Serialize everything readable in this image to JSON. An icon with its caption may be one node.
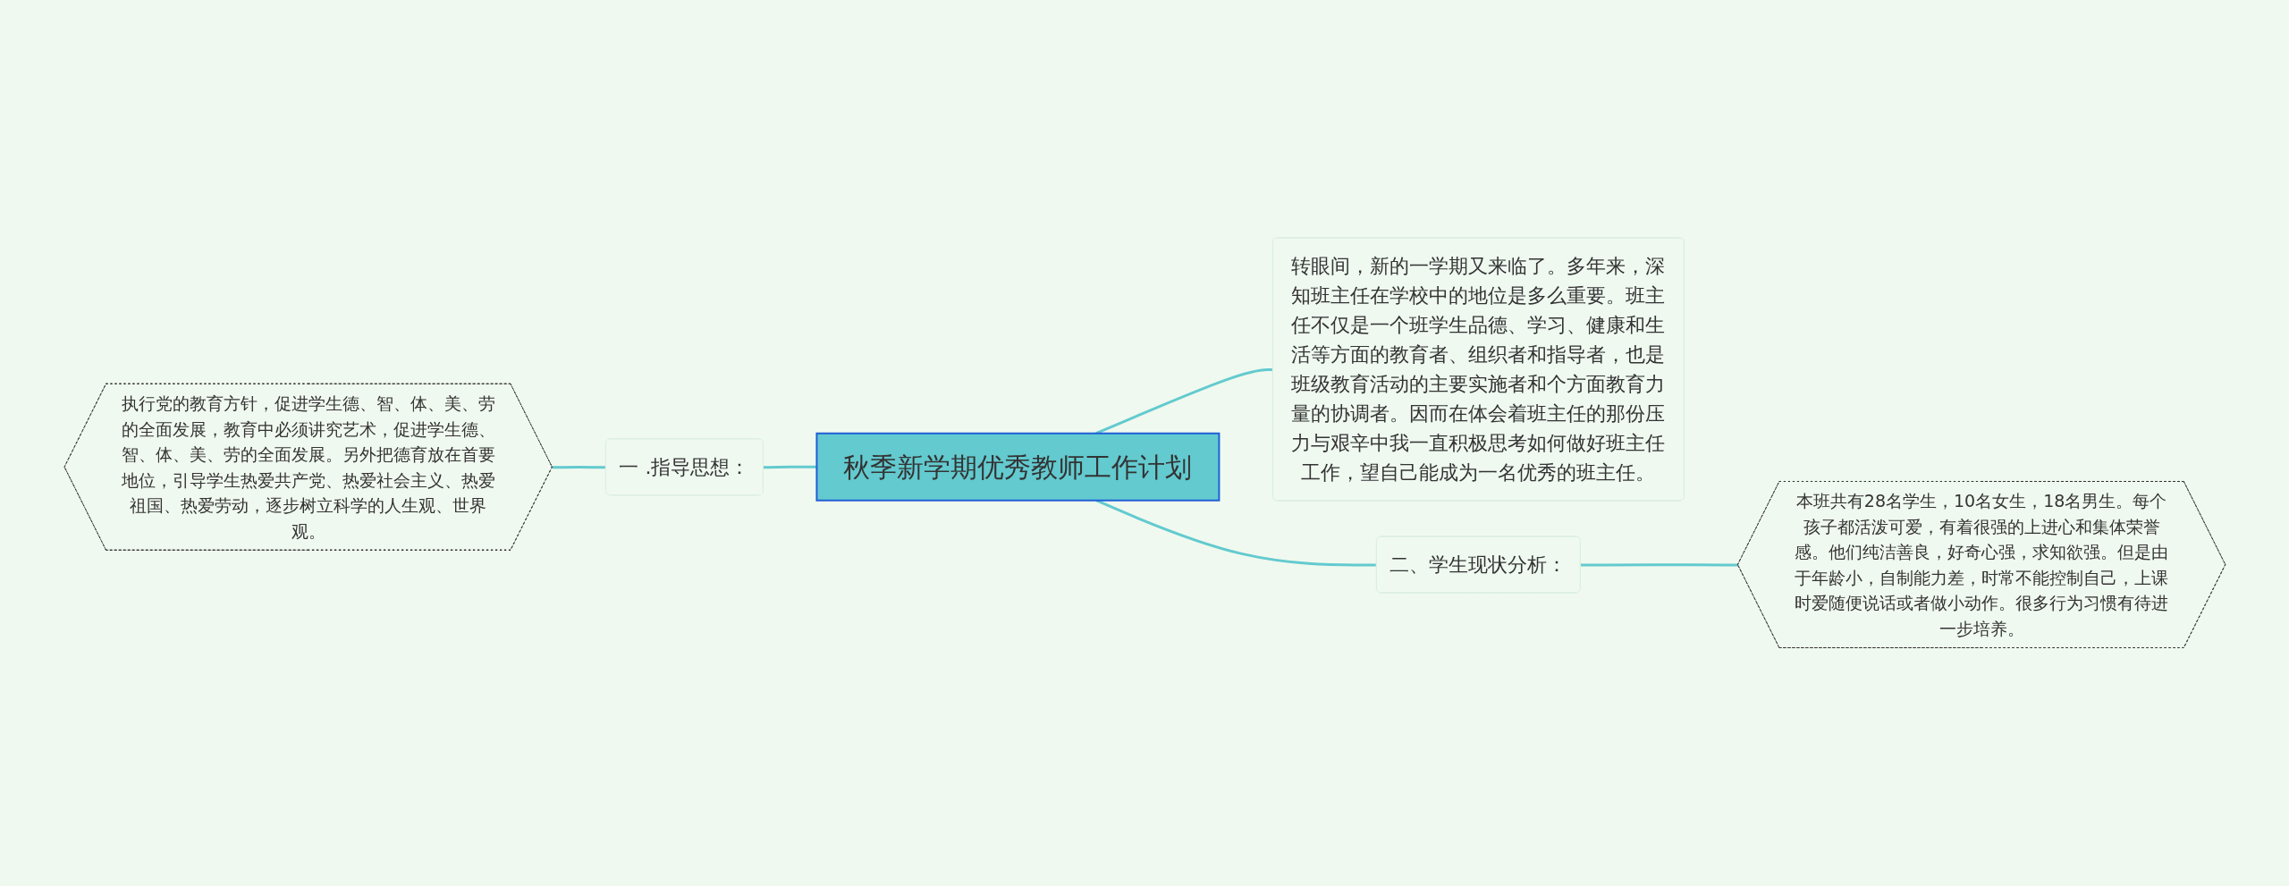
{
  "diagram": {
    "nodes": [
      {
        "text": [
          "秋季新学期优秀教师工作计划"
        ]
      },
      {
        "text": [
          "一 .指导思想："
        ]
      },
      {
        "text": [
          "执行党的教育方针，促进学生德、智、体、美、劳的全面发展，教育中必须讲究艺术，促进学生德、智、体、美、劳的全面发展。另外把德育放在首要地位，引导学生热爱共产党、热爱社会主义、热爱祖国、热爱劳动，逐步树立科学的人生观、世界观。"
        ]
      },
      {
        "text": [
          "转眼间，新的一学期又来临了。多年来，深知班主任在学校中的地位是多么重要。班主任不仅是一个班学生品德、学习、健康和生活等方面的教育者、组织者和指导者，也是班级教育活动的主要实施者和个方面教育力量的协调者。因而在体会着班主任的那份压力与艰辛中我一直积极思考如何做好班主任工作，望自己能成为一名优秀的班主任。"
        ]
      },
      {
        "text": [
          "二、学生现状分析："
        ]
      },
      {
        "text": [
          "本班共有28名学生，10名女生，18名男生。每个孩子都活泼可爱，有着很强的上进心和集体荣誉感。他们纯洁善良，好奇心强，求知欲强。但是由于年龄小，自制能力差，时常不能控制自己，上课时爱随便说话或者做小动作。很多行为习惯有待进一步培养。"
        ]
      }
    ],
    "edges": [
      {
        "from": 1,
        "to": 0,
        "arrow": "none",
        "color": "#63cacf"
      },
      {
        "from": 2,
        "to": 1,
        "arrow": "none",
        "color": "#63cacf"
      },
      {
        "from": 0,
        "to": 3,
        "arrow": "none",
        "color": "#63cacf"
      },
      {
        "from": 0,
        "to": 4,
        "arrow": "none",
        "color": "#63cacf"
      },
      {
        "from": 4,
        "to": 5,
        "arrow": "none",
        "color": "#63cacf"
      }
    ]
  }
}
